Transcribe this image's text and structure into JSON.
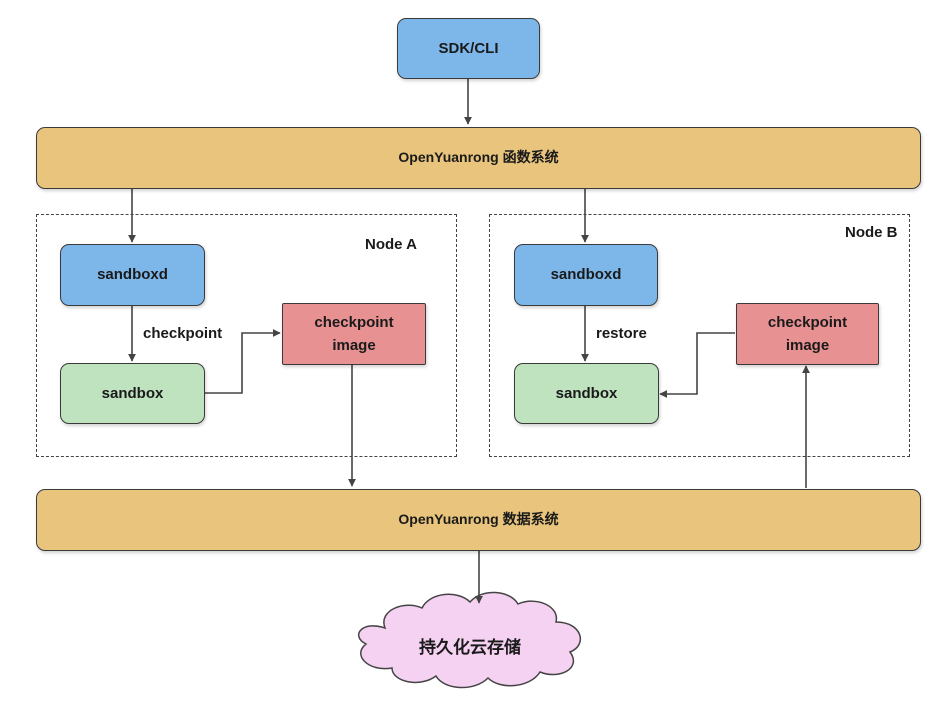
{
  "sdk_cli": "SDK/CLI",
  "function_system": "OpenYuanrong 函数系统",
  "data_system": "OpenYuanrong 数据系统",
  "storage": "持久化云存储",
  "node_a": {
    "label": "Node A",
    "sandboxd": "sandboxd",
    "edge_label": "checkpoint",
    "sandbox": "sandbox",
    "image_line1": "checkpoint",
    "image_line2": "image"
  },
  "node_b": {
    "label": "Node B",
    "sandboxd": "sandboxd",
    "edge_label": "restore",
    "sandbox": "sandbox",
    "image_line1": "checkpoint",
    "image_line2": "image"
  },
  "colors": {
    "blue": "#7db7ea",
    "gold": "#e8c47c",
    "green": "#bfe2bf",
    "red": "#e89192",
    "cloud": "#f6d2f2"
  }
}
